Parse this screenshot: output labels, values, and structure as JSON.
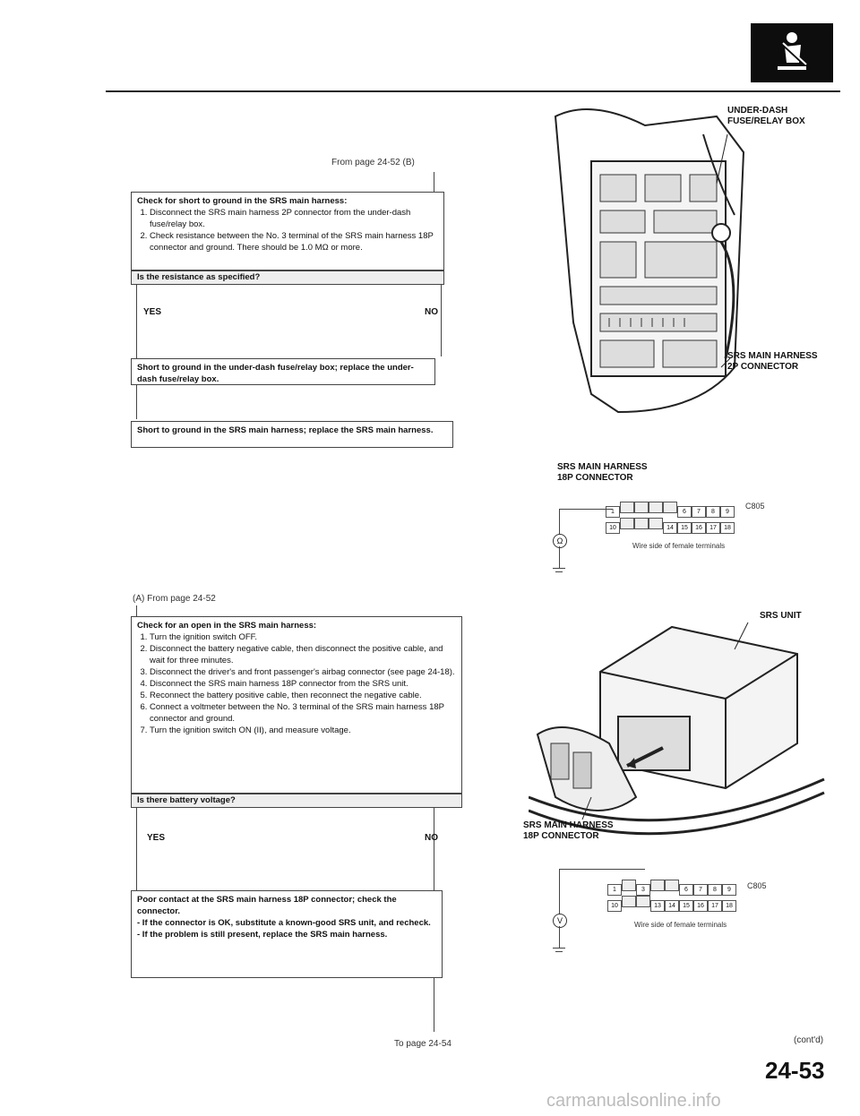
{
  "top_rule": "",
  "from_ref_top": "From page 24-52 (B)",
  "box1": {
    "title": "Check for short to ground in the SRS main harness:",
    "steps": [
      "Disconnect the SRS main harness 2P connector from the under-dash fuse/relay box.",
      "Check resistance between the No. 3 terminal of the SRS main harness 18P connector and ground. There should be 1.0 MΩ or more."
    ],
    "question": "Is the resistance as specified?"
  },
  "yes1": "YES",
  "no1": "NO",
  "result1": "Short to ground in the under-dash fuse/relay box; replace the under-dash fuse/relay box.",
  "result2": "Short to ground in the SRS main harness; replace the SRS main harness.",
  "from_ref_a": "(A) From page 24-52",
  "box2": {
    "title": "Check for an open in the SRS main harness:",
    "steps": [
      "Turn the ignition switch OFF.",
      "Disconnect the battery negative cable, then disconnect the positive cable, and wait for three minutes.",
      "Disconnect the driver's and front passenger's airbag connector (see page 24-18).",
      "Disconnect the SRS main harness 18P connector from the SRS unit.",
      "Reconnect the battery positive cable, then reconnect the negative cable.",
      "Connect a voltmeter between the No. 3 terminal of the SRS main harness 18P connector and ground.",
      "Turn the ignition switch ON (II), and measure voltage."
    ],
    "question": "Is there battery voltage?"
  },
  "yes2": "YES",
  "no2": "NO",
  "result3": {
    "title": "Poor contact at the SRS main harness 18P connector; check the connector.",
    "items": [
      "- If the connector is OK, substitute a known-good SRS unit, and recheck.",
      "- If the problem is still present, replace the SRS main harness."
    ]
  },
  "to_ref": "To page 24-54",
  "diagram1": {
    "label_fuse": "UNDER-DASH\nFUSE/RELAY BOX",
    "label_2p": "SRS MAIN HARNESS\n2P CONNECTOR"
  },
  "conn1": {
    "label": "SRS MAIN HARNESS\n18P CONNECTOR",
    "code": "C805",
    "caption": "Wire side of female terminals",
    "meter": "Ω",
    "row1": [
      "1",
      "",
      "",
      "",
      "",
      "6",
      "7",
      "8",
      "9"
    ],
    "row2": [
      "10",
      "",
      "",
      "",
      "14",
      "15",
      "16",
      "17",
      "18"
    ]
  },
  "diagram2": {
    "label_unit": "SRS UNIT",
    "label_18p": "SRS MAIN HARNESS\n18P CONNECTOR"
  },
  "conn2": {
    "code": "C805",
    "caption": "Wire side of female terminals",
    "meter": "V",
    "row1": [
      "1",
      "",
      "3",
      "",
      "",
      "6",
      "7",
      "8",
      "9"
    ],
    "row2": [
      "10",
      "",
      "",
      "13",
      "14",
      "15",
      "16",
      "17",
      "18"
    ]
  },
  "contd": "(cont'd)",
  "page_number": "24-53",
  "watermark": "carmanualsonline.info"
}
